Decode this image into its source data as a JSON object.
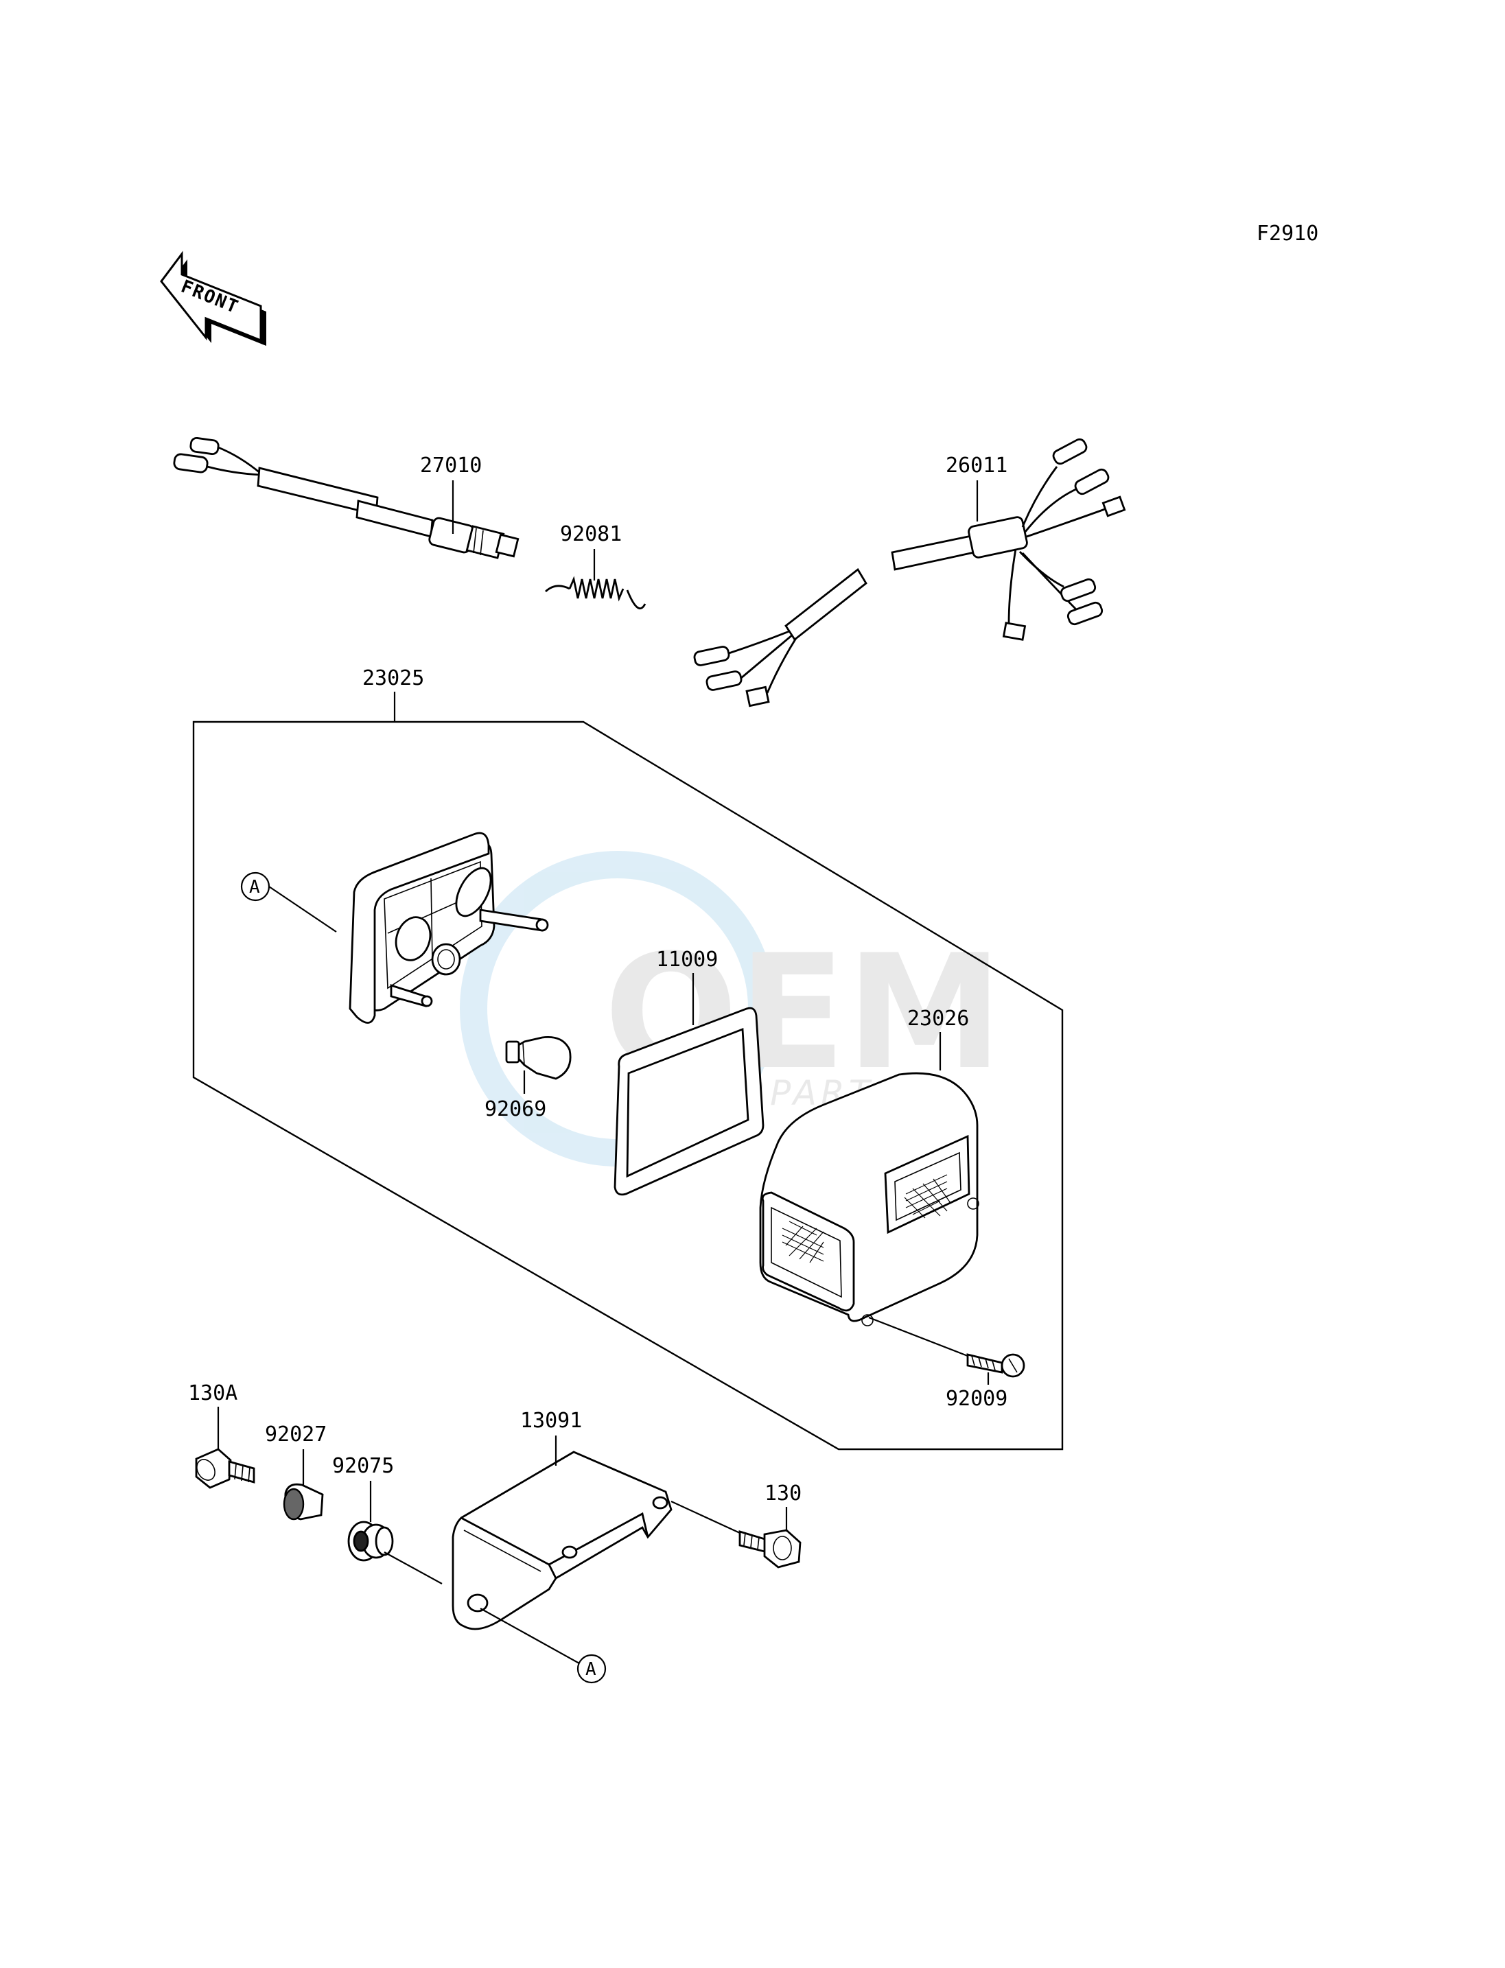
{
  "figure_code": "F2910",
  "front_arrow_text": "FRONT",
  "watermark": {
    "logo_text": "OEM",
    "sub_text": "MOTORPARTS",
    "color": "#4aa3d8"
  },
  "part_labels": {
    "p27010": "27010",
    "p26011": "26011",
    "p92081": "92081",
    "p23025": "23025",
    "p11009": "11009",
    "p23026": "23026",
    "p92069": "92069",
    "p92009": "92009",
    "p130A": "130A",
    "p92027": "92027",
    "p92075": "92075",
    "p13091": "13091",
    "p130": "130"
  },
  "reference_markers": {
    "upper": "A",
    "lower": "A"
  }
}
